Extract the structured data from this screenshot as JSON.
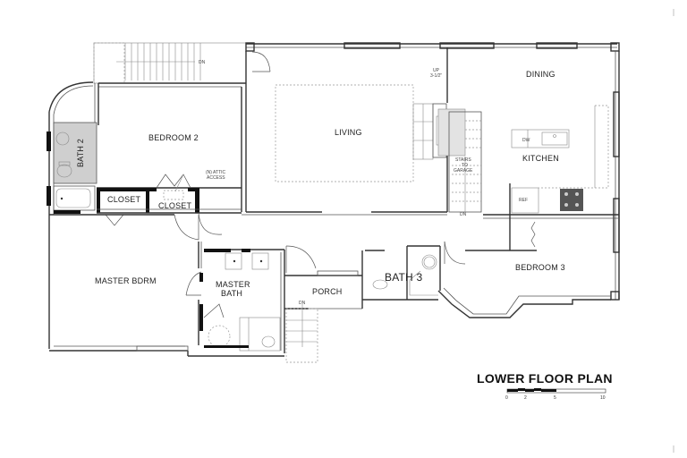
{
  "plan": {
    "title": "LOWER FLOOR PLAN",
    "rooms": {
      "bedroom2": "BEDROOM 2",
      "living": "LIVING",
      "dining": "DINING",
      "kitchen": "KITCHEN",
      "bath2": "BATH 2",
      "closet1": "CLOSET",
      "closet2": "CLOSET",
      "master_bdrm": "MASTER BDRM",
      "master_bath_line1": "MASTER",
      "master_bath_line2": "BATH",
      "porch": "PORCH",
      "bath3": "BATH 3",
      "bedroom3": "BEDROOM 3"
    },
    "annotations": {
      "attic_line1": "(N) ATTIC",
      "attic_line2": "ACCESS",
      "stairs_line1": "STAIRS",
      "stairs_line2": "TO",
      "stairs_line3": "GARAGE",
      "up_line1": "UP",
      "up_line2": "3-1/2\"",
      "dn_top": "DN",
      "dn_garage": "DN",
      "dn_porch": "DN",
      "dishwasher": "DW",
      "refrigerator": "REF"
    },
    "scale_bar": {
      "ticks": [
        "0",
        "2",
        "5",
        "10"
      ],
      "unit_note": ""
    }
  }
}
